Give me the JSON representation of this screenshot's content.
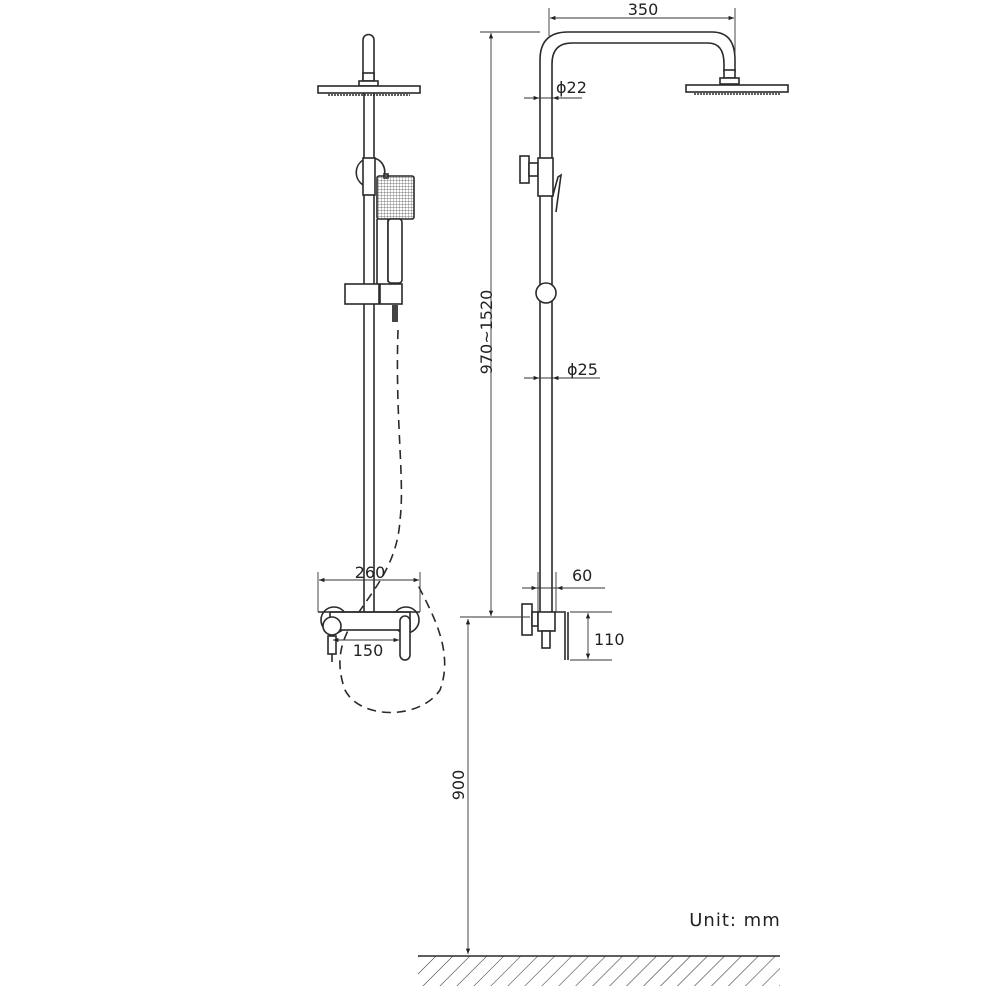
{
  "dimensions": {
    "head_arm_reach": "350",
    "upper_pipe_diameter": "ϕ22",
    "lower_pipe_diameter": "ϕ25",
    "height_range": "970~1520",
    "mixer_width": "260",
    "inlet_centers": "150",
    "mixer_depth": "60",
    "mixer_height": "110",
    "floor_height": "900"
  },
  "unit_label": "Unit: mm",
  "colors": {
    "line": "#2a2a2a",
    "background": "#ffffff"
  }
}
